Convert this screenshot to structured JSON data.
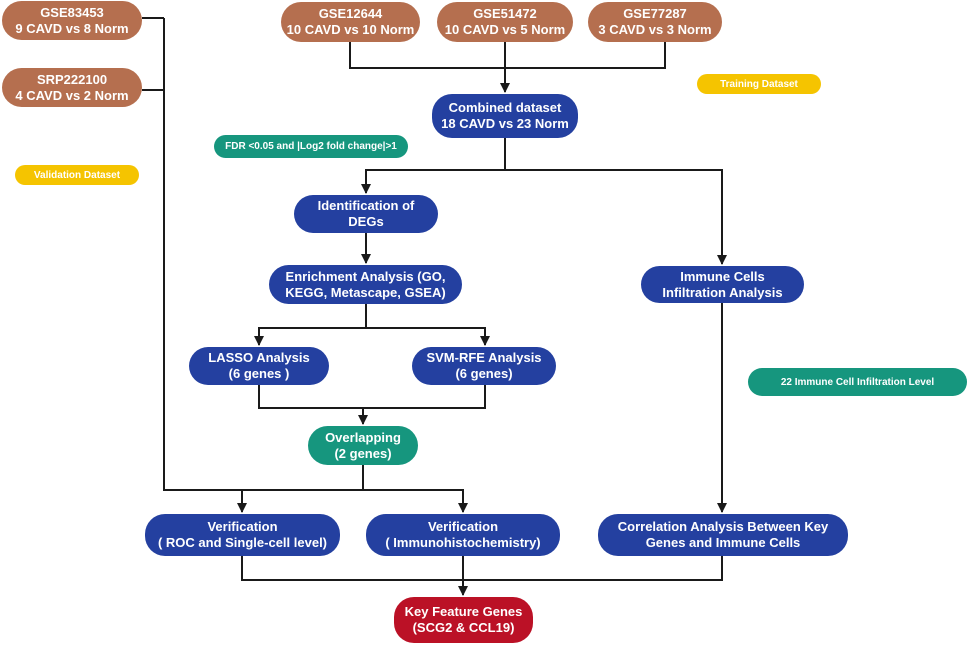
{
  "datasets": {
    "gse83453": {
      "line1": "GSE83453",
      "line2": "9 CAVD vs 8 Norm"
    },
    "srp222100": {
      "line1": "SRP222100",
      "line2": "4 CAVD vs 2 Norm"
    },
    "gse12644": {
      "line1": "GSE12644",
      "line2": "10 CAVD vs 10 Norm"
    },
    "gse51472": {
      "line1": "GSE51472",
      "line2": "10 CAVD vs 5 Norm"
    },
    "gse77287": {
      "line1": "GSE77287",
      "line2": "3 CAVD vs 3 Norm"
    }
  },
  "labels": {
    "training": "Training Dataset",
    "validation": "Validation Dataset",
    "fdr": "FDR <0.05 and |Log2 fold change|>1",
    "immune_level": "22 Immune Cell Infiltration Level"
  },
  "steps": {
    "combined": {
      "line1": "Combined  dataset",
      "line2": "18 CAVD vs 23 Norm"
    },
    "degs": {
      "line1": "Identification of",
      "line2": "DEGs"
    },
    "enrichment": {
      "line1": "Enrichment Analysis (GO,",
      "line2": "KEGG, Metascape, GSEA)"
    },
    "immune": {
      "line1": "Immune Cells",
      "line2": "Infiltration Analysis"
    },
    "lasso": {
      "line1": "LASSO Analysis",
      "line2": "(6 genes )"
    },
    "svm": {
      "line1": "SVM-RFE Analysis",
      "line2": "(6 genes)"
    },
    "overlap": {
      "line1": "Overlapping",
      "line2": "(2 genes)"
    },
    "verif_roc": {
      "line1": "Verification",
      "line2": "( ROC and Single-cell level)"
    },
    "verif_ihc": {
      "line1": "Verification",
      "line2": "( Immunohistochemistry)"
    },
    "correlation": {
      "line1": "Correlation Analysis Between Key",
      "line2": "Genes and Immune Cells"
    },
    "key": {
      "line1": "Key Feature Genes",
      "line2": "(SCG2  & CCL19)"
    }
  }
}
